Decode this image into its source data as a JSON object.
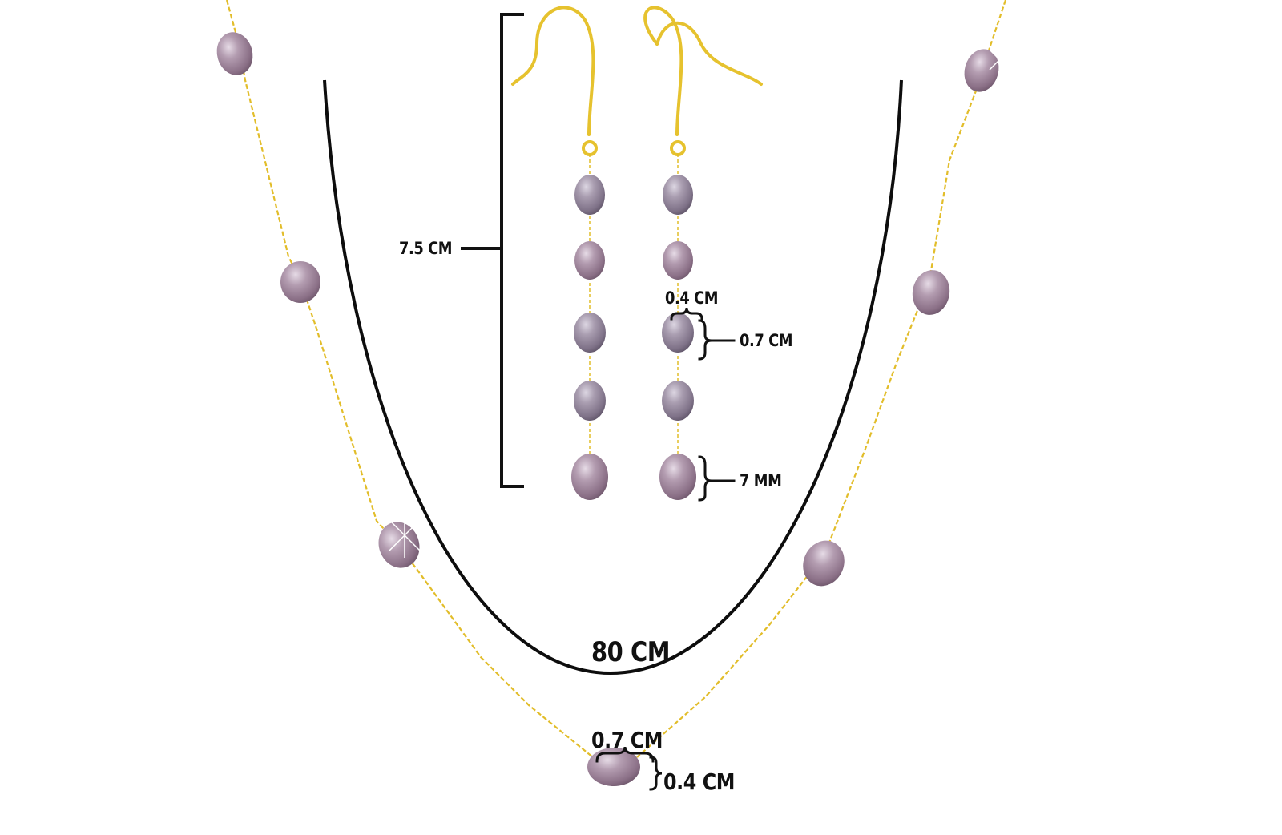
{
  "product": {
    "earring_length": "7.5 CM",
    "earring_pearl_width": "0.4 CM",
    "earring_pearl_height": "0.7 CM",
    "earring_pearl_size": "7 MM",
    "necklace_length": "80 CM",
    "necklace_pearl_width": "0.7 CM",
    "necklace_pearl_height": "0.4 CM"
  },
  "colors": {
    "background": "#ffffff",
    "gold": "#e2bd2a",
    "pearl": "#9b8296",
    "dimension_lines": "#111111"
  }
}
